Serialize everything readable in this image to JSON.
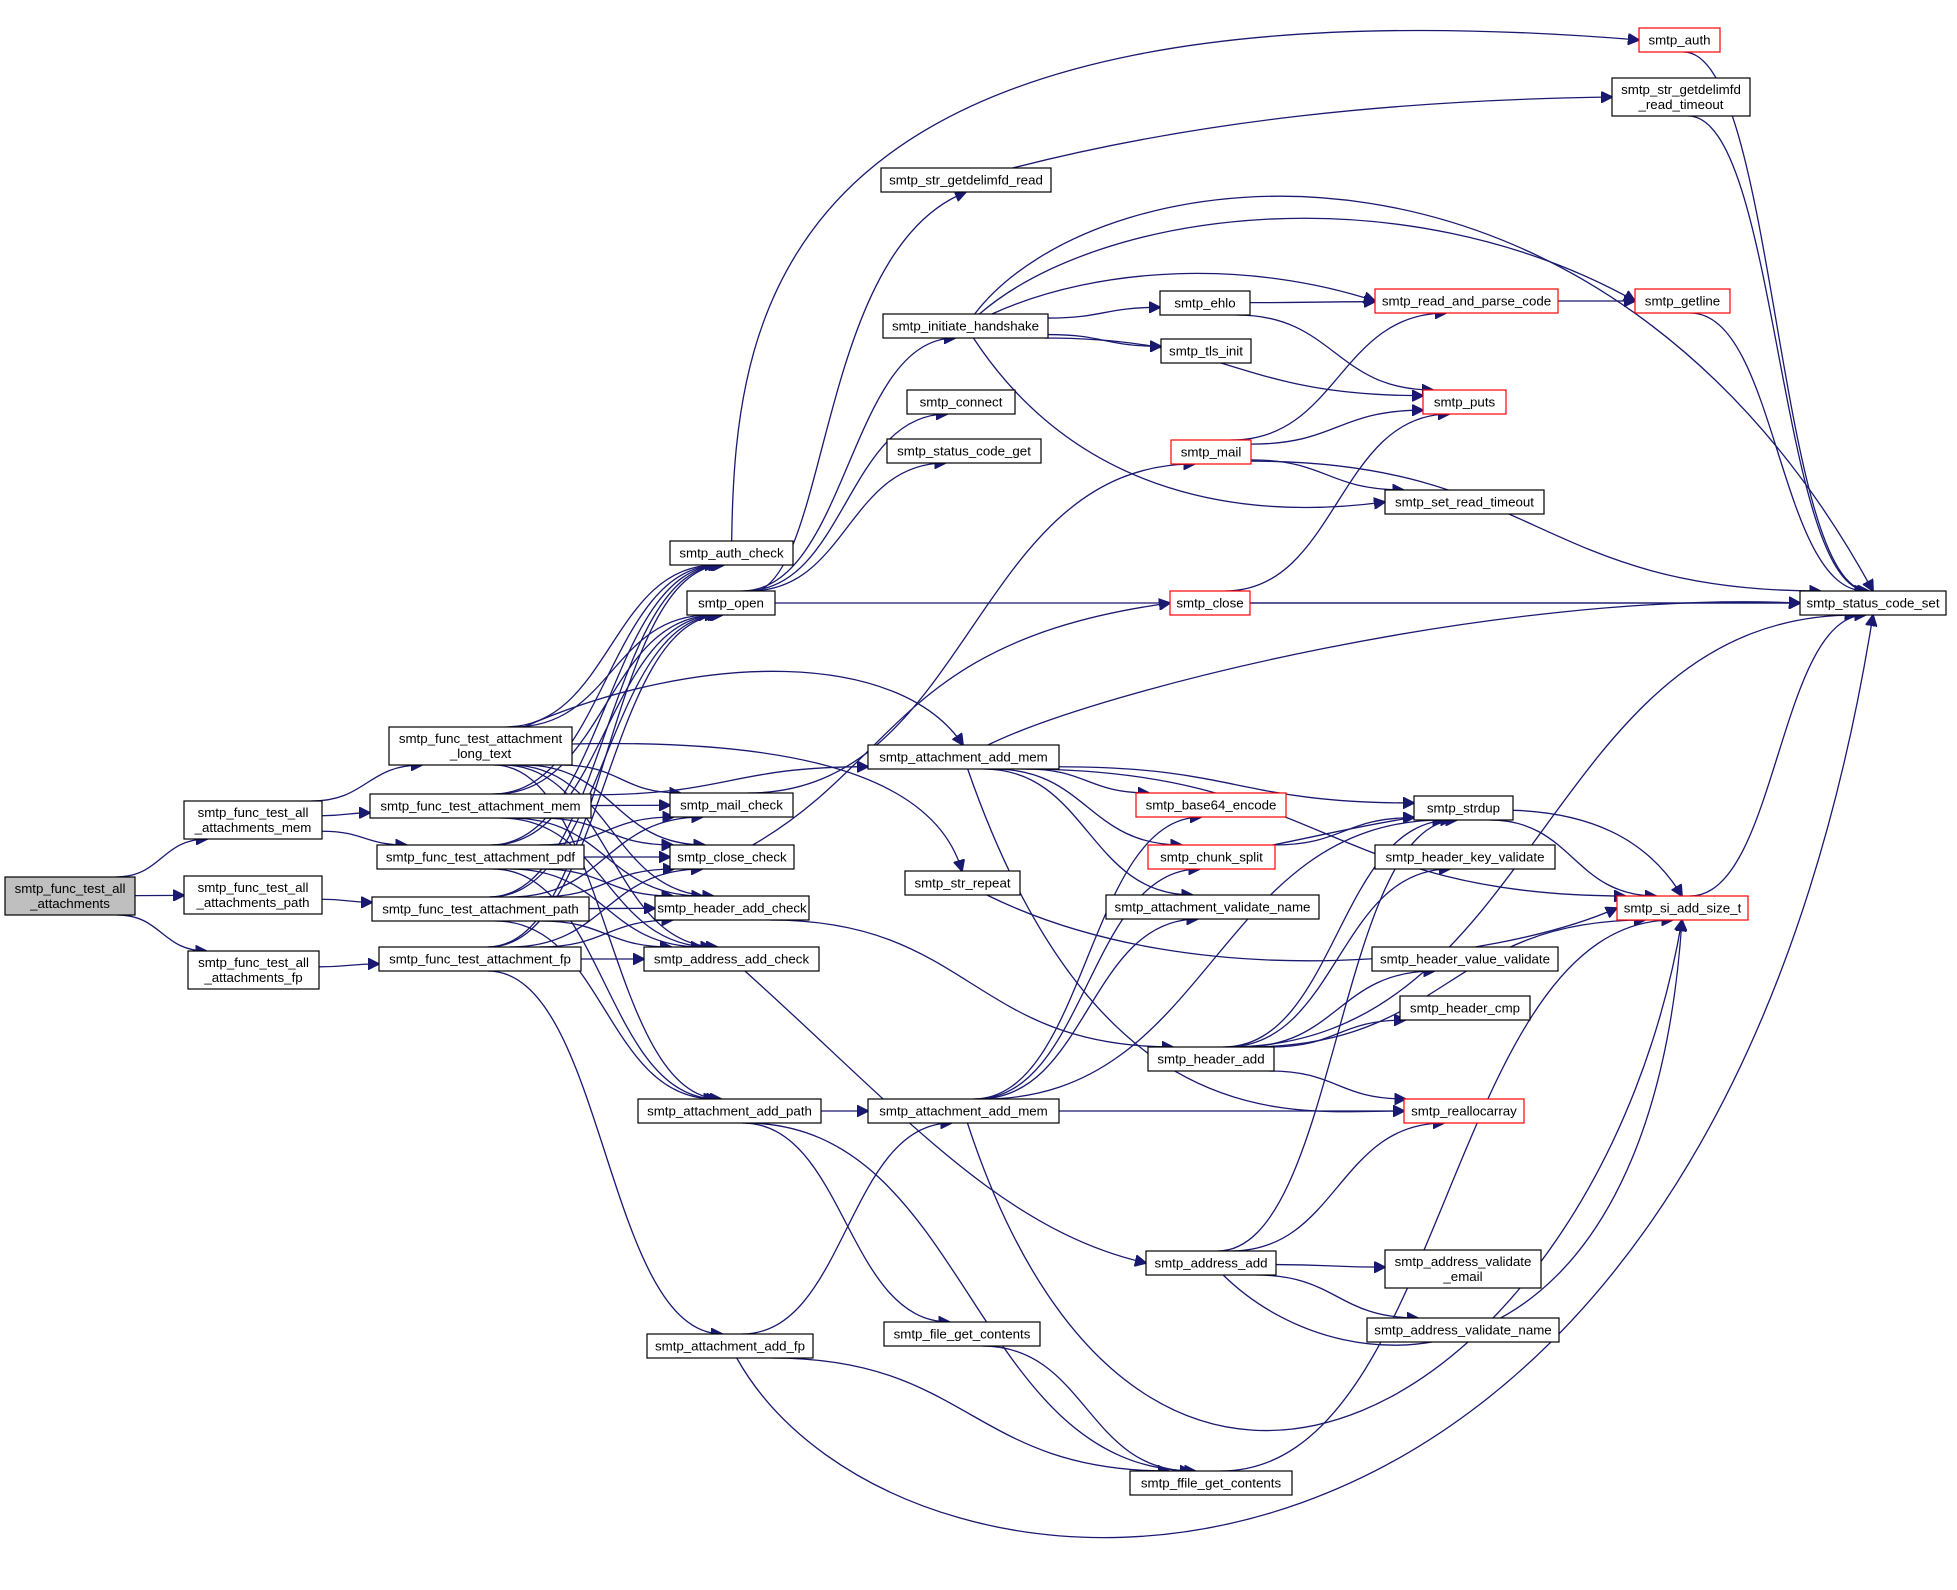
{
  "diagram": {
    "type": "call-graph",
    "edge_color": "#191970",
    "node_border_color": "#000000",
    "truncated_node_border_color": "#ff0000",
    "current_node_fill": "#bfbfbf",
    "nodes": [
      {
        "id": "n0",
        "lines": [
          "smtp_func_test_all",
          "_attachments"
        ],
        "style": "current"
      },
      {
        "id": "n1",
        "lines": [
          "smtp_func_test_all",
          "_attachments_mem"
        ]
      },
      {
        "id": "n2",
        "lines": [
          "smtp_func_test_all",
          "_attachments_path"
        ]
      },
      {
        "id": "n3",
        "lines": [
          "smtp_func_test_all",
          "_attachments_fp"
        ]
      },
      {
        "id": "n4",
        "lines": [
          "smtp_func_test_attachment",
          "_long_text"
        ]
      },
      {
        "id": "n5",
        "lines": [
          "smtp_func_test_attachment_mem"
        ]
      },
      {
        "id": "n6",
        "lines": [
          "smtp_func_test_attachment_pdf"
        ]
      },
      {
        "id": "n7",
        "lines": [
          "smtp_func_test_attachment_path"
        ]
      },
      {
        "id": "n8",
        "lines": [
          "smtp_func_test_attachment_fp"
        ]
      },
      {
        "id": "n9",
        "lines": [
          "smtp_auth_check"
        ]
      },
      {
        "id": "n10",
        "lines": [
          "smtp_open"
        ]
      },
      {
        "id": "n11",
        "lines": [
          "smtp_mail_check"
        ]
      },
      {
        "id": "n12",
        "lines": [
          "smtp_close_check"
        ]
      },
      {
        "id": "n13",
        "lines": [
          "smtp_header_add_check"
        ]
      },
      {
        "id": "n14",
        "lines": [
          "smtp_address_add_check"
        ]
      },
      {
        "id": "n15",
        "lines": [
          "smtp_attachment_add_path"
        ]
      },
      {
        "id": "n16",
        "lines": [
          "smtp_attachment_add_fp"
        ]
      },
      {
        "id": "n17",
        "lines": [
          "smtp_str_getdelimfd_read"
        ]
      },
      {
        "id": "n18",
        "lines": [
          "smtp_initiate_handshake"
        ]
      },
      {
        "id": "n19",
        "lines": [
          "smtp_connect"
        ]
      },
      {
        "id": "n20",
        "lines": [
          "smtp_status_code_get"
        ]
      },
      {
        "id": "n21",
        "lines": [
          "smtp_attachment_add_mem"
        ]
      },
      {
        "id": "n22",
        "lines": [
          "smtp_str_repeat"
        ]
      },
      {
        "id": "n23",
        "lines": [
          "smtp_attachment_add_mem"
        ]
      },
      {
        "id": "n24",
        "lines": [
          "smtp_file_get_contents"
        ]
      },
      {
        "id": "n25",
        "lines": [
          "smtp_ehlo"
        ]
      },
      {
        "id": "n26",
        "lines": [
          "smtp_tls_init"
        ]
      },
      {
        "id": "n27",
        "lines": [
          "smtp_mail"
        ],
        "style": "truncated"
      },
      {
        "id": "n28",
        "lines": [
          "smtp_close"
        ],
        "style": "truncated"
      },
      {
        "id": "n29",
        "lines": [
          "smtp_base64_encode"
        ],
        "style": "truncated"
      },
      {
        "id": "n30",
        "lines": [
          "smtp_chunk_split"
        ],
        "style": "truncated"
      },
      {
        "id": "n31",
        "lines": [
          "smtp_attachment_validate_name"
        ]
      },
      {
        "id": "n32",
        "lines": [
          "smtp_header_add"
        ]
      },
      {
        "id": "n33",
        "lines": [
          "smtp_address_add"
        ]
      },
      {
        "id": "n34",
        "lines": [
          "smtp_ffile_get_contents"
        ]
      },
      {
        "id": "n35",
        "lines": [
          "smtp_read_and_parse_code"
        ],
        "style": "truncated"
      },
      {
        "id": "n36",
        "lines": [
          "smtp_puts"
        ],
        "style": "truncated"
      },
      {
        "id": "n37",
        "lines": [
          "smtp_set_read_timeout"
        ]
      },
      {
        "id": "n38",
        "lines": [
          "smtp_strdup"
        ]
      },
      {
        "id": "n39",
        "lines": [
          "smtp_header_key_validate"
        ]
      },
      {
        "id": "n40",
        "lines": [
          "smtp_header_value_validate"
        ]
      },
      {
        "id": "n41",
        "lines": [
          "smtp_header_cmp"
        ]
      },
      {
        "id": "n42",
        "lines": [
          "smtp_reallocarray"
        ],
        "style": "truncated"
      },
      {
        "id": "n43",
        "lines": [
          "smtp_address_validate",
          "_email"
        ]
      },
      {
        "id": "n44",
        "lines": [
          "smtp_address_validate_name"
        ]
      },
      {
        "id": "n45",
        "lines": [
          "smtp_auth"
        ],
        "style": "truncated"
      },
      {
        "id": "n46",
        "lines": [
          "smtp_str_getdelimfd",
          "_read_timeout"
        ]
      },
      {
        "id": "n47",
        "lines": [
          "smtp_getline"
        ],
        "style": "truncated"
      },
      {
        "id": "n48",
        "lines": [
          "smtp_si_add_size_t"
        ],
        "style": "truncated"
      },
      {
        "id": "n49",
        "lines": [
          "smtp_status_code_set"
        ]
      }
    ],
    "edges": [
      [
        "n0",
        "n1"
      ],
      [
        "n0",
        "n2"
      ],
      [
        "n0",
        "n3"
      ],
      [
        "n1",
        "n4"
      ],
      [
        "n1",
        "n5"
      ],
      [
        "n1",
        "n6"
      ],
      [
        "n2",
        "n7"
      ],
      [
        "n3",
        "n8"
      ],
      [
        "n4",
        "n9"
      ],
      [
        "n4",
        "n10"
      ],
      [
        "n4",
        "n11"
      ],
      [
        "n4",
        "n12"
      ],
      [
        "n4",
        "n13"
      ],
      [
        "n4",
        "n14"
      ],
      [
        "n4",
        "n21"
      ],
      [
        "n4",
        "n22"
      ],
      [
        "n4",
        "n15"
      ],
      [
        "n5",
        "n9"
      ],
      [
        "n5",
        "n10"
      ],
      [
        "n5",
        "n11"
      ],
      [
        "n5",
        "n12"
      ],
      [
        "n5",
        "n13"
      ],
      [
        "n5",
        "n14"
      ],
      [
        "n5",
        "n21"
      ],
      [
        "n6",
        "n9"
      ],
      [
        "n6",
        "n10"
      ],
      [
        "n6",
        "n11"
      ],
      [
        "n6",
        "n12"
      ],
      [
        "n6",
        "n13"
      ],
      [
        "n6",
        "n14"
      ],
      [
        "n6",
        "n15"
      ],
      [
        "n7",
        "n9"
      ],
      [
        "n7",
        "n10"
      ],
      [
        "n7",
        "n11"
      ],
      [
        "n7",
        "n12"
      ],
      [
        "n7",
        "n13"
      ],
      [
        "n7",
        "n14"
      ],
      [
        "n7",
        "n15"
      ],
      [
        "n8",
        "n9"
      ],
      [
        "n8",
        "n10"
      ],
      [
        "n8",
        "n12"
      ],
      [
        "n8",
        "n13"
      ],
      [
        "n8",
        "n14"
      ],
      [
        "n8",
        "n16"
      ],
      [
        "n9",
        "n45"
      ],
      [
        "n10",
        "n17"
      ],
      [
        "n10",
        "n18"
      ],
      [
        "n10",
        "n19"
      ],
      [
        "n10",
        "n20"
      ],
      [
        "n10",
        "n49"
      ],
      [
        "n11",
        "n27"
      ],
      [
        "n12",
        "n28"
      ],
      [
        "n13",
        "n32"
      ],
      [
        "n14",
        "n33"
      ],
      [
        "n15",
        "n23"
      ],
      [
        "n15",
        "n24"
      ],
      [
        "n15",
        "n34"
      ],
      [
        "n16",
        "n23"
      ],
      [
        "n16",
        "n34"
      ],
      [
        "n16",
        "n49"
      ],
      [
        "n17",
        "n46"
      ],
      [
        "n18",
        "n25"
      ],
      [
        "n18",
        "n26"
      ],
      [
        "n18",
        "n35"
      ],
      [
        "n18",
        "n36"
      ],
      [
        "n18",
        "n37"
      ],
      [
        "n18",
        "n47"
      ],
      [
        "n18",
        "n49"
      ],
      [
        "n21",
        "n29"
      ],
      [
        "n21",
        "n30"
      ],
      [
        "n21",
        "n31"
      ],
      [
        "n21",
        "n38"
      ],
      [
        "n21",
        "n42"
      ],
      [
        "n21",
        "n48"
      ],
      [
        "n21",
        "n49"
      ],
      [
        "n22",
        "n48"
      ],
      [
        "n23",
        "n29"
      ],
      [
        "n23",
        "n30"
      ],
      [
        "n23",
        "n31"
      ],
      [
        "n23",
        "n38"
      ],
      [
        "n23",
        "n42"
      ],
      [
        "n23",
        "n48"
      ],
      [
        "n24",
        "n34"
      ],
      [
        "n25",
        "n35"
      ],
      [
        "n25",
        "n36"
      ],
      [
        "n27",
        "n35"
      ],
      [
        "n27",
        "n36"
      ],
      [
        "n27",
        "n37"
      ],
      [
        "n27",
        "n49"
      ],
      [
        "n28",
        "n36"
      ],
      [
        "n28",
        "n49"
      ],
      [
        "n30",
        "n38"
      ],
      [
        "n30",
        "n48"
      ],
      [
        "n32",
        "n38"
      ],
      [
        "n32",
        "n39"
      ],
      [
        "n32",
        "n40"
      ],
      [
        "n32",
        "n41"
      ],
      [
        "n32",
        "n42"
      ],
      [
        "n32",
        "n48"
      ],
      [
        "n32",
        "n49"
      ],
      [
        "n33",
        "n38"
      ],
      [
        "n33",
        "n42"
      ],
      [
        "n33",
        "n43"
      ],
      [
        "n33",
        "n44"
      ],
      [
        "n33",
        "n48"
      ],
      [
        "n34",
        "n48"
      ],
      [
        "n35",
        "n47"
      ],
      [
        "n38",
        "n48"
      ],
      [
        "n45",
        "n49"
      ],
      [
        "n46",
        "n49"
      ],
      [
        "n47",
        "n49"
      ],
      [
        "n48",
        "n49"
      ]
    ]
  }
}
